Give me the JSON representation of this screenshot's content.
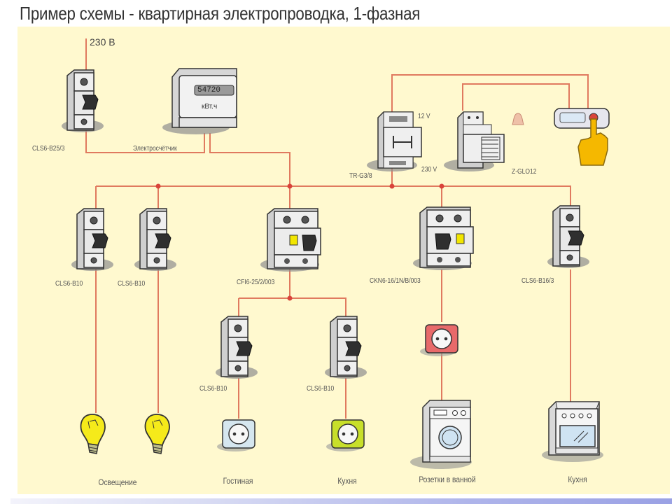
{
  "title": "Пример схемы - квартирная электропроводка, 1-фазная",
  "supply": {
    "voltage": "230 В"
  },
  "colors": {
    "background": "#fff9cf",
    "wire": "#e07a5f",
    "junction": "#d9443b",
    "device_body": "#e6e6e6",
    "test_button": "#f2e600",
    "bulb": "#f5ea1a",
    "socket_red": "#e86a6a",
    "socket_green": "#c8df2a",
    "socket_blue": "#d5e6ef",
    "hand": "#f5b800"
  },
  "top_row": {
    "main_breaker": {
      "label": "CLS6-B25/3",
      "icon": "circuit-breaker-icon"
    },
    "meter": {
      "label": "Электросчётчик",
      "reading": "54720",
      "unit": "кВт.ч",
      "icon": "electricity-meter-icon"
    },
    "transformer": {
      "label": "TR-G3/8",
      "out_voltage": "12 V",
      "in_voltage": "230 V",
      "icon": "transformer-icon"
    },
    "doorbell": {
      "label": "Z-GLO12",
      "icon": "bell-icon"
    },
    "bell_button": {
      "icon": "doorbell-button-icon"
    }
  },
  "breakers": [
    {
      "label": "CLS6-B10",
      "icon": "circuit-breaker-icon"
    },
    {
      "label": "CLS6-B10",
      "icon": "circuit-breaker-icon"
    },
    {
      "label": "CFI6-25/2/003",
      "icon": "rcd-icon"
    },
    {
      "label": "CKN6-16/1N/B/003",
      "icon": "rcbo-icon"
    },
    {
      "label": "CLS6-B16/3",
      "icon": "circuit-breaker-icon"
    }
  ],
  "sub_breakers": [
    {
      "label": "CLS6-B10",
      "icon": "circuit-breaker-icon"
    },
    {
      "label": "CLS6-B10",
      "icon": "circuit-breaker-icon"
    }
  ],
  "loads": [
    {
      "caption": "Освещение",
      "icon": "light-bulb-icon"
    },
    {
      "caption": "Гостиная",
      "icon": "socket-icon"
    },
    {
      "caption": "Кухня",
      "icon": "socket-icon"
    },
    {
      "caption": "Розетки в ванной",
      "icon": "washing-machine-icon"
    },
    {
      "caption": "Кухня",
      "icon": "stove-icon"
    }
  ]
}
